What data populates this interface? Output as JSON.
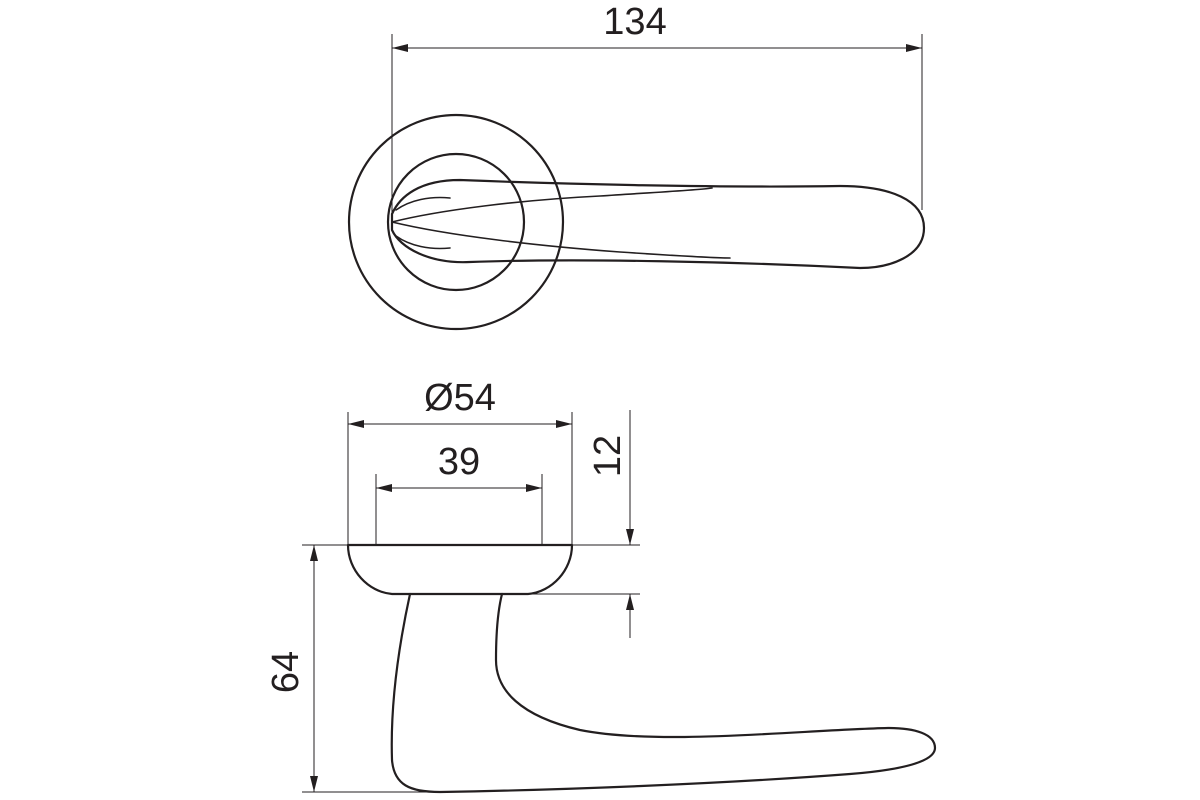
{
  "dimensions": {
    "handle_length": "134",
    "rosette_diameter": "Ø54",
    "rosette_inner": "39",
    "rosette_height": "12",
    "handle_height": "64"
  }
}
